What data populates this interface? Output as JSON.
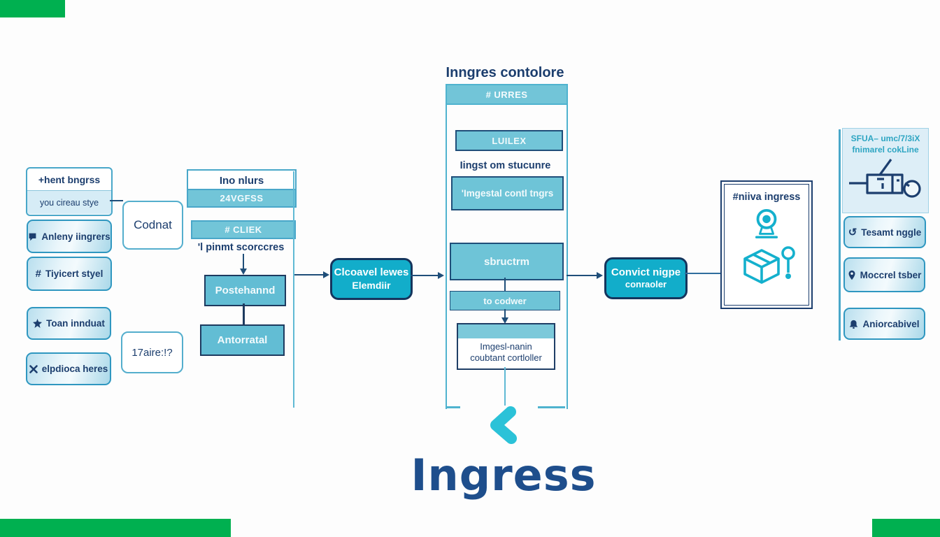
{
  "colors": {
    "accent_teal": "#12adca",
    "band_teal": "#72c5d8",
    "navy": "#1c3e6e",
    "wordmark_blue": "#1e4e8c",
    "green_bar": "#00b050"
  },
  "left": {
    "info": {
      "header": "+hent bngrss",
      "body": "you cireau stye"
    },
    "items": [
      {
        "icon": "speech-bubble-icon",
        "label": "Anleny iingrers"
      },
      {
        "icon": "hash-icon",
        "label": "Tiyicert styel"
      },
      {
        "icon": "star-icon",
        "label": "Toan innduat"
      },
      {
        "icon": "cross-icon",
        "label": "elpdioca heres"
      }
    ],
    "codnat": "Codnat",
    "aire": "17aire:!?"
  },
  "col2": {
    "header": "Ino nlurs",
    "sub": "24VGFSS",
    "band": "# CLIEK",
    "caption": "'l pinmt scorccres",
    "post": "Postehannd",
    "anto": "Antorratal"
  },
  "gateway": {
    "line1": "Clcoavel lewes",
    "line2": "Elemdiir"
  },
  "controller": {
    "title": "Inngres contolore",
    "band": "# URRES",
    "luilex": "LUILEX",
    "caption": "Iingst om stucunre",
    "boxa": "'Imgestal contl tngrs",
    "boxb": "sbructrm",
    "bandb": "to codwer",
    "boxc1": "Imgesl-nanin",
    "boxc2": "coubtant cortloller"
  },
  "convict": {
    "line1": "Convict nigpe",
    "line2": "conraoler"
  },
  "showcase": {
    "title": "#niiva ingress",
    "icons": [
      "webcam-icon",
      "package-icon",
      "key-node-icon"
    ]
  },
  "right": {
    "header1": "SFUA– umc/7/3iX",
    "header2": "fnimarel cokLine",
    "panel_icon": "cart-lever-icon",
    "items": [
      {
        "icon": "refresh-icon",
        "label": "Tesamt nggle"
      },
      {
        "icon": "pin-icon",
        "label": "Moccrel tsber"
      },
      {
        "icon": "bell-icon",
        "label": "Aniorcabivel"
      }
    ]
  },
  "footer": {
    "chevron": "left-chevron-icon",
    "wordmark": "Ingress"
  }
}
